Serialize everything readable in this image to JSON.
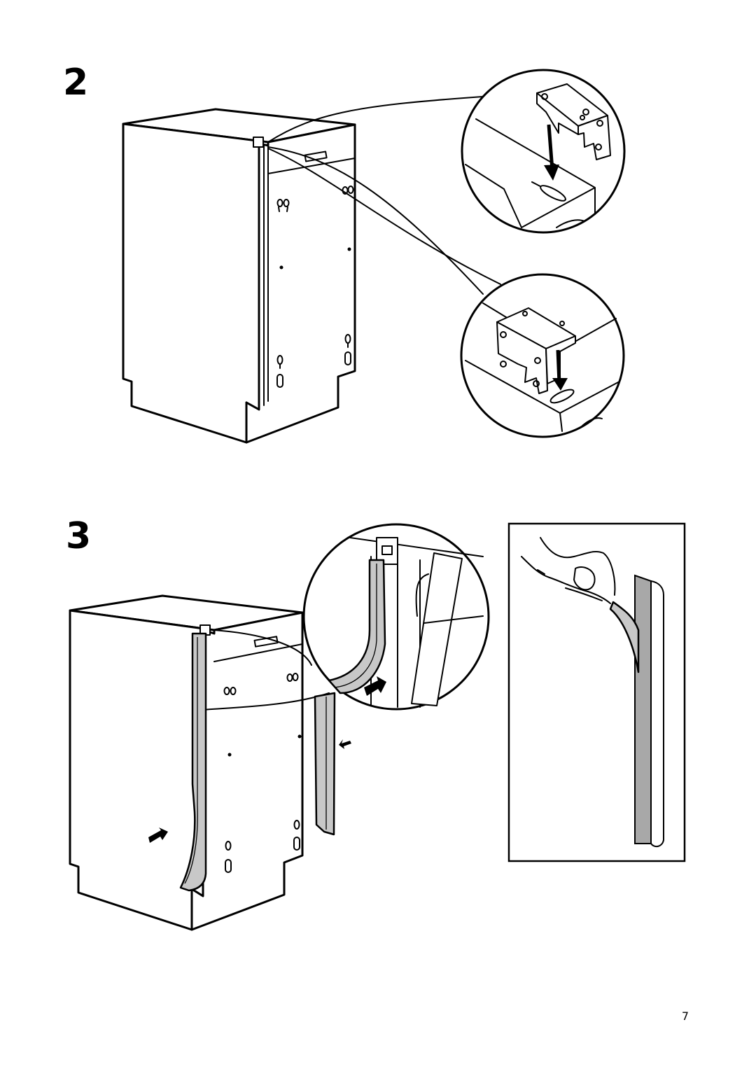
{
  "steps": [
    {
      "number": "2",
      "illustration": "dishwasher-with-mounting-brackets",
      "details": [
        "bracket-slot-insertion-top",
        "bracket-slot-insertion-side"
      ]
    },
    {
      "number": "3",
      "illustration": "dishwasher-with-adhesive-seal-strip",
      "details": [
        "seal-strip-application-closeup",
        "peel-backing-from-strip"
      ]
    }
  ],
  "page_number": "7",
  "colors": {
    "line": "#000000",
    "paper": "#ffffff",
    "tape_fill": "#c8c8c8",
    "tape_shadow": "#a8a8a8"
  }
}
